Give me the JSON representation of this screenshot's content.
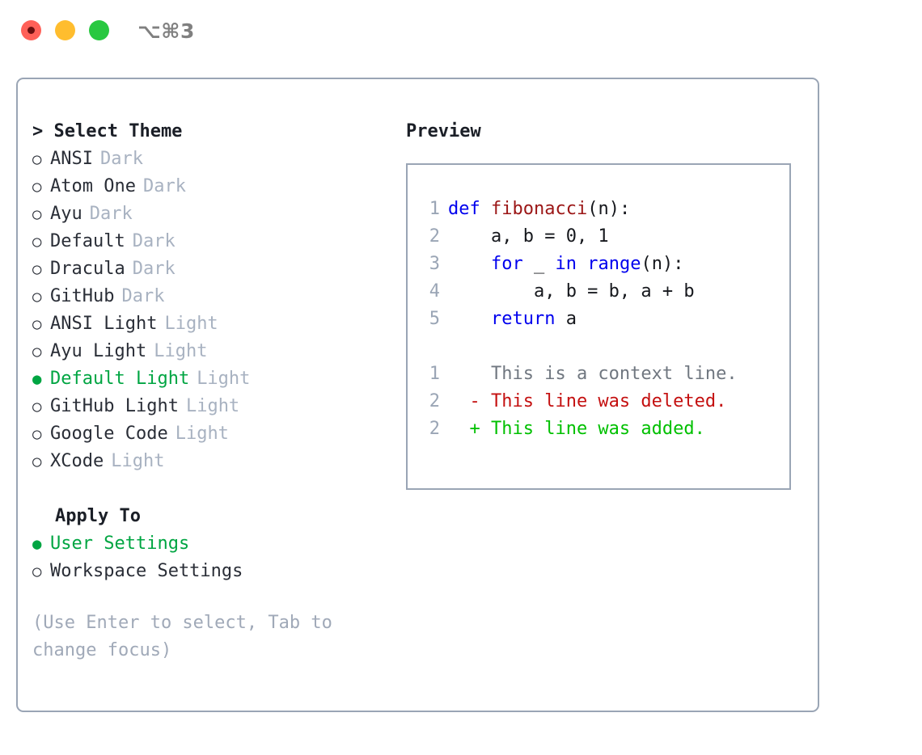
{
  "window": {
    "title": "⌥⌘3",
    "traffic_lights": [
      {
        "name": "close-button",
        "color": "#ff6058"
      },
      {
        "name": "minimize-button",
        "color": "#ffbd2e"
      },
      {
        "name": "maximize-button",
        "color": "#28c840"
      }
    ]
  },
  "theme_picker": {
    "header": "> Select Theme",
    "bullet_selected": "●",
    "bullet_unselected": "○",
    "items": [
      {
        "label": "ANSI",
        "tag": "Dark",
        "selected": false
      },
      {
        "label": "Atom One",
        "tag": "Dark",
        "selected": false
      },
      {
        "label": "Ayu",
        "tag": "Dark",
        "selected": false
      },
      {
        "label": "Default",
        "tag": "Dark",
        "selected": false
      },
      {
        "label": "Dracula",
        "tag": "Dark",
        "selected": false
      },
      {
        "label": "GitHub",
        "tag": "Dark",
        "selected": false
      },
      {
        "label": "ANSI Light",
        "tag": "Light",
        "selected": false
      },
      {
        "label": "Ayu Light",
        "tag": "Light",
        "selected": false
      },
      {
        "label": "Default Light",
        "tag": "Light",
        "selected": true
      },
      {
        "label": "GitHub Light",
        "tag": "Light",
        "selected": false
      },
      {
        "label": "Google Code",
        "tag": "Light",
        "selected": false
      },
      {
        "label": "XCode",
        "tag": "Light",
        "selected": false
      }
    ]
  },
  "apply_to": {
    "header": "Apply To",
    "items": [
      {
        "label": "User Settings",
        "selected": true
      },
      {
        "label": "Workspace Settings",
        "selected": false
      }
    ]
  },
  "hint": "(Use Enter to select, Tab to change focus)",
  "preview": {
    "title": "Preview",
    "code_lines": [
      {
        "no": "1",
        "tokens": [
          {
            "t": "def",
            "c": "kw"
          },
          {
            "t": " ",
            "c": "plain"
          },
          {
            "t": "fibonacci",
            "c": "fn"
          },
          {
            "t": "(n):",
            "c": "plain"
          }
        ]
      },
      {
        "no": "2",
        "tokens": [
          {
            "t": "    a, b = 0, 1",
            "c": "plain"
          }
        ]
      },
      {
        "no": "3",
        "tokens": [
          {
            "t": "    ",
            "c": "plain"
          },
          {
            "t": "for",
            "c": "kw"
          },
          {
            "t": " _ ",
            "c": "plain"
          },
          {
            "t": "in",
            "c": "kw"
          },
          {
            "t": " ",
            "c": "plain"
          },
          {
            "t": "range",
            "c": "kw"
          },
          {
            "t": "(n):",
            "c": "plain"
          }
        ]
      },
      {
        "no": "4",
        "tokens": [
          {
            "t": "        a, b = b, a + b",
            "c": "plain"
          }
        ]
      },
      {
        "no": "5",
        "tokens": [
          {
            "t": "    ",
            "c": "plain"
          },
          {
            "t": "return",
            "c": "kw"
          },
          {
            "t": " a",
            "c": "plain"
          }
        ]
      }
    ],
    "diff_lines": [
      {
        "no": "1",
        "marker": " ",
        "text": "This is a context line.",
        "kind": "ctx"
      },
      {
        "no": "2",
        "marker": "-",
        "text": "This line was deleted.",
        "kind": "del"
      },
      {
        "no": "2",
        "marker": "+",
        "text": "This line was added.",
        "kind": "add"
      }
    ]
  },
  "colors": {
    "accent_green": "#00a542",
    "diff_add": "#00c000",
    "diff_del": "#c41010",
    "diff_ctx": "#707780",
    "keyword_blue": "#0000ee",
    "function_red": "#9b1616",
    "tag_gray": "#a8b2c1",
    "border": "#9aa5b5",
    "text": "#2a2e37"
  }
}
